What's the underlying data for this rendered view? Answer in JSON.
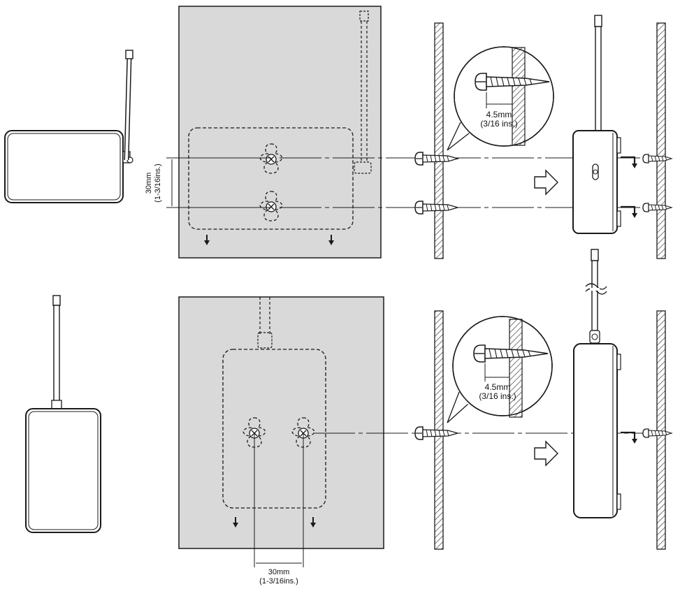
{
  "top": {
    "spacing_label": "30mm",
    "spacing_label_imperial": "(1-3/16ins.)",
    "callout": {
      "depth_label": "4.5mm",
      "depth_label_imperial": "(3/16 ins.)"
    }
  },
  "bottom": {
    "spacing_label": "30mm",
    "spacing_label_imperial": "(1-3/16ins.)",
    "callout": {
      "depth_label": "4.5mm",
      "depth_label_imperial": "(3/16 ins.)"
    }
  },
  "colors": {
    "template_fill": "#d9d9d9",
    "line": "#1a1a1a",
    "wall_hatch": "#555555"
  }
}
